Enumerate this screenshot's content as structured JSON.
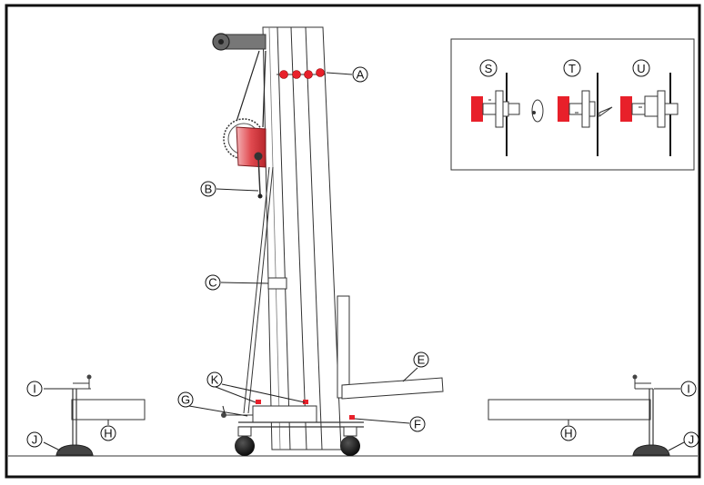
{
  "callouts": {
    "A": "A",
    "B": "B",
    "C": "C",
    "E": "E",
    "F": "F",
    "G": "G",
    "H_left": "H",
    "H_right": "H",
    "I_left": "I",
    "I_right": "I",
    "J_left": "J",
    "J_right": "J",
    "K": "K",
    "S": "S",
    "T": "T",
    "U": "U"
  },
  "colors": {
    "frame": "#111111",
    "red": "#e8202a",
    "winch_fill": "#d9363e",
    "line": "#333333",
    "gray": "#777777"
  }
}
